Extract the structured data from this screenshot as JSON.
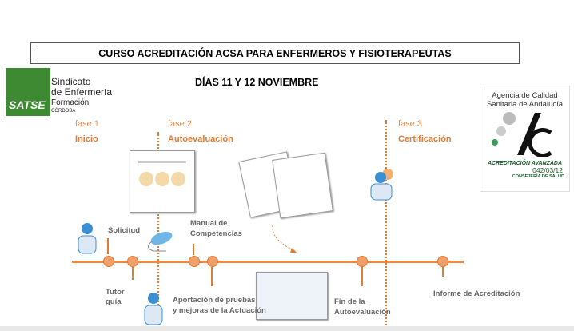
{
  "header": {
    "title": "CURSO ACREDITACIÓN ACSA PARA ENFERMEROS Y FISIOTERAPEUTAS",
    "dates": "DÍAS 11 Y 12 NOVIEMBRE"
  },
  "satse_logo": {
    "brand": "SATSE",
    "line1": "Sindicato",
    "line2": "de Enfermería",
    "line3": "Formación",
    "line4": "CÓRDOBA"
  },
  "acsa_logo": {
    "line1": "Agencia de Calidad",
    "line2": "Sanitaria de Andalucía",
    "accreditation": "ACREDITACIÓN AVANZADA",
    "code": "042/03/12",
    "ministry": "CONSEJERÍA DE SALUD"
  },
  "phases": [
    {
      "num": "fase 1",
      "name": "Inicio"
    },
    {
      "num": "fase 2",
      "name": "Autoevaluación"
    },
    {
      "num": "fase 3",
      "name": "Certificación"
    }
  ],
  "steps": {
    "solicitud": "Solicitud",
    "tutor1": "Tutor",
    "tutor2": "guía",
    "manual1": "Manual de",
    "manual2": "Competencias",
    "aport1": "Aportación de pruebas",
    "aport2": "y mejoras de la Actuación",
    "fin1": "Fin de la",
    "fin2": "Autoevaluación",
    "informe": "Informe de Acreditación"
  },
  "colors": {
    "accent": "#e07b36",
    "satse_green": "#3e8a32"
  }
}
